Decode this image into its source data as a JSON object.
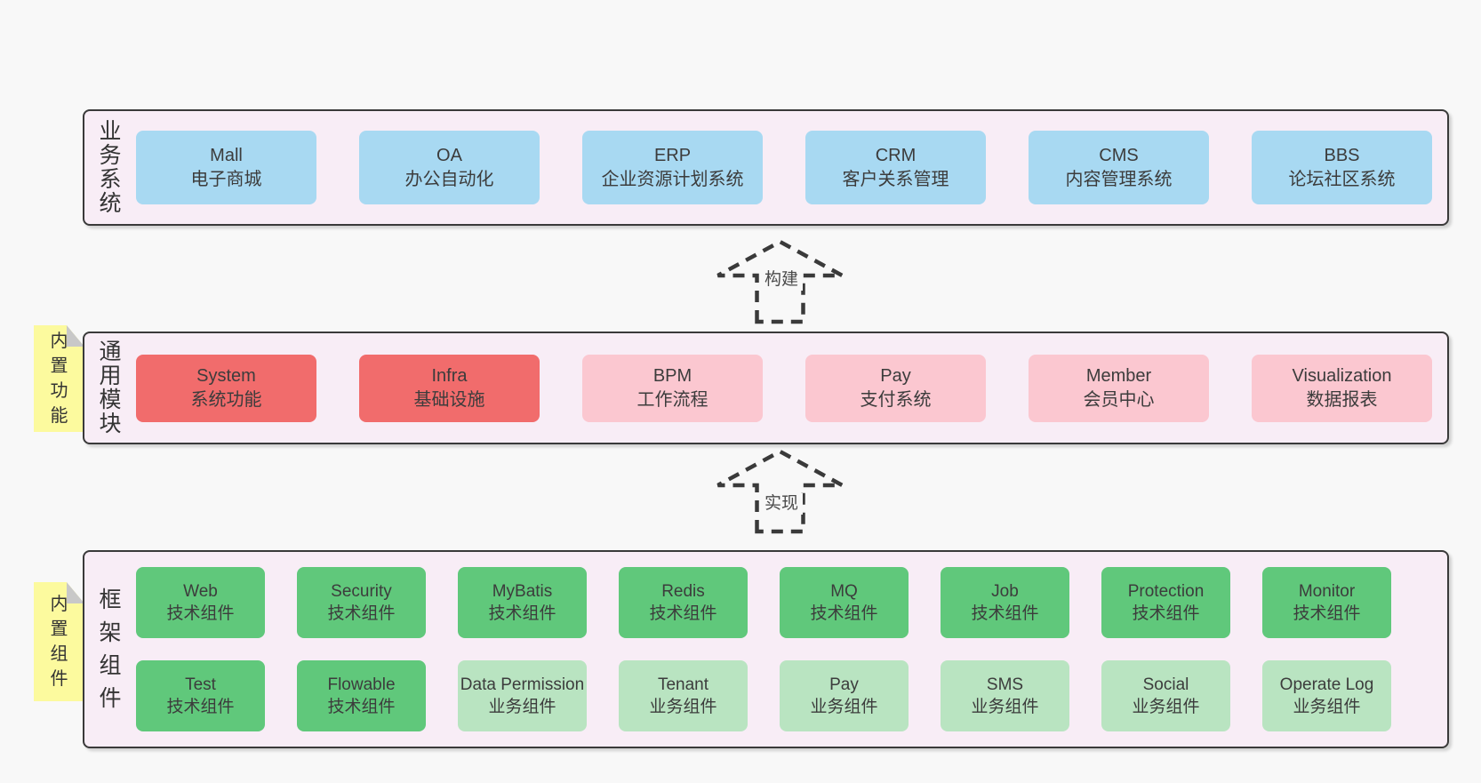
{
  "page": {
    "background": "#f8f8f8"
  },
  "colors": {
    "container_bg": "#f8edf6",
    "container_border": "#3a3a3a",
    "sticky_yellow": "#fcfa9e",
    "sticky_fold_gray": "#c8c8c8",
    "arrow_dash": "#3a3a3a",
    "blue": "#a8d9f2",
    "red": "#f16c6c",
    "pink": "#fbc7d0",
    "green": "#60c87b",
    "lightgreen": "#b9e4c1"
  },
  "arrows": [
    {
      "label": "构建"
    },
    {
      "label": "实现"
    }
  ],
  "tiers": [
    {
      "id": "business-systems",
      "label": "业务系统",
      "sticky": null,
      "rows": [
        [
          {
            "title": "Mall",
            "subtitle": "电子商城",
            "color": "blue"
          },
          {
            "title": "OA",
            "subtitle": "办公自动化",
            "color": "blue"
          },
          {
            "title": "ERP",
            "subtitle": "企业资源计划系统",
            "color": "blue"
          },
          {
            "title": "CRM",
            "subtitle": "客户关系管理",
            "color": "blue"
          },
          {
            "title": "CMS",
            "subtitle": "内容管理系统",
            "color": "blue"
          },
          {
            "title": "BBS",
            "subtitle": "论坛社区系统",
            "color": "blue"
          }
        ]
      ]
    },
    {
      "id": "common-modules",
      "label": "通用模块",
      "sticky": "内置功能",
      "rows": [
        [
          {
            "title": "System",
            "subtitle": "系统功能",
            "color": "red"
          },
          {
            "title": "Infra",
            "subtitle": "基础设施",
            "color": "red"
          },
          {
            "title": "BPM",
            "subtitle": "工作流程",
            "color": "pink"
          },
          {
            "title": "Pay",
            "subtitle": "支付系统",
            "color": "pink"
          },
          {
            "title": "Member",
            "subtitle": "会员中心",
            "color": "pink"
          },
          {
            "title": "Visualization",
            "subtitle": "数据报表",
            "color": "pink"
          }
        ]
      ]
    },
    {
      "id": "framework-components",
      "label": "框架组件",
      "sticky": "内置组件",
      "rows": [
        [
          {
            "title": "Web",
            "subtitle": "技术组件",
            "color": "green"
          },
          {
            "title": "Security",
            "subtitle": "技术组件",
            "color": "green"
          },
          {
            "title": "MyBatis",
            "subtitle": "技术组件",
            "color": "green"
          },
          {
            "title": "Redis",
            "subtitle": "技术组件",
            "color": "green"
          },
          {
            "title": "MQ",
            "subtitle": "技术组件",
            "color": "green"
          },
          {
            "title": "Job",
            "subtitle": "技术组件",
            "color": "green"
          },
          {
            "title": "Protection",
            "subtitle": "技术组件",
            "color": "green"
          },
          {
            "title": "Monitor",
            "subtitle": "技术组件",
            "color": "green"
          }
        ],
        [
          {
            "title": "Test",
            "subtitle": "技术组件",
            "color": "green"
          },
          {
            "title": "Flowable",
            "subtitle": "技术组件",
            "color": "green"
          },
          {
            "title": "Data Permission",
            "subtitle": "业务组件",
            "color": "lightgreen"
          },
          {
            "title": "Tenant",
            "subtitle": "业务组件",
            "color": "lightgreen"
          },
          {
            "title": "Pay",
            "subtitle": "业务组件",
            "color": "lightgreen"
          },
          {
            "title": "SMS",
            "subtitle": "业务组件",
            "color": "lightgreen"
          },
          {
            "title": "Social",
            "subtitle": "业务组件",
            "color": "lightgreen"
          },
          {
            "title": "Operate Log",
            "subtitle": "业务组件",
            "color": "lightgreen"
          }
        ]
      ]
    }
  ]
}
